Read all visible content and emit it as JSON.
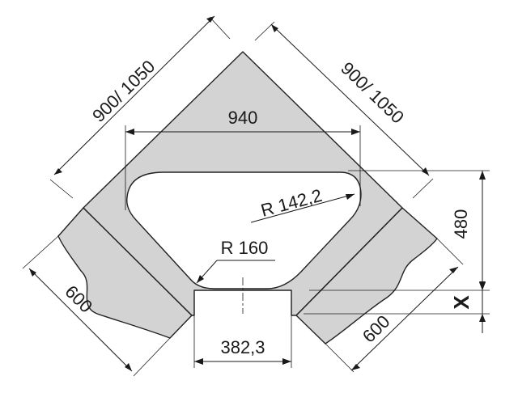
{
  "figure": {
    "title": "Corner sink dimensions",
    "colors": {
      "sink_fill": "#d3d3d3",
      "outline": "#222222",
      "dimension_line": "#1a1a1a",
      "background": "#ffffff"
    }
  },
  "labels": {
    "diag_left": "900/ 1050",
    "diag_right": "900/ 1050",
    "bowl_width": "940",
    "radius_large": "R 142,2",
    "radius_small": "R 160",
    "bottom_width": "382,3",
    "depth_right": "480",
    "counter_left": "600",
    "counter_right": "600",
    "offset": "X"
  }
}
